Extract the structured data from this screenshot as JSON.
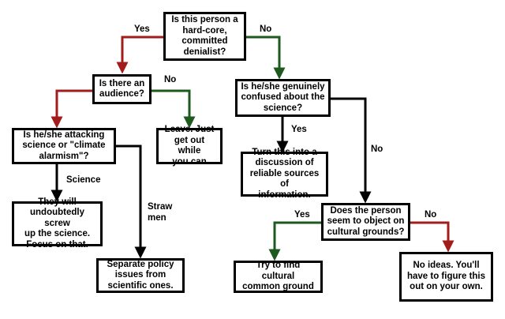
{
  "colors": {
    "yes": "#a31c1c",
    "no": "#1e5a1e",
    "neutral": "#000000"
  },
  "nodes": {
    "q_denialist": "Is this person a\nhard-core,\ncommitted\ndenialist?",
    "q_audience": "Is there an\naudience?",
    "a_leave": "Leave. Just\nget out while\nyou can",
    "q_attacking": "Is he/she attacking\nscience or \"climate\nalarmism\"?",
    "a_screw_up": "They will\nundoubtedly screw\nup the science.\nFocus on that.",
    "a_separate": "Separate policy\nissues from\nscientific ones.",
    "q_confused": "Is he/she genuinely\nconfused about the\nscience?",
    "a_discussion": "Turn this into a\ndiscussion of\nreliable sources of\ninformation.",
    "q_cultural": "Does the person\nseem to object on\ncultural grounds?",
    "a_common_ground": "Try to find cultural\ncommon ground",
    "a_no_ideas": "No ideas. You'll\nhave to figure this\nout on your own."
  },
  "edge_labels": {
    "yes_1": "Yes",
    "no_1": "No",
    "no_2": "No",
    "science": "Science",
    "straw_men": "Straw\nmen",
    "yes_2": "Yes",
    "no_3": "No",
    "yes_3": "Yes",
    "no_4": "No"
  }
}
